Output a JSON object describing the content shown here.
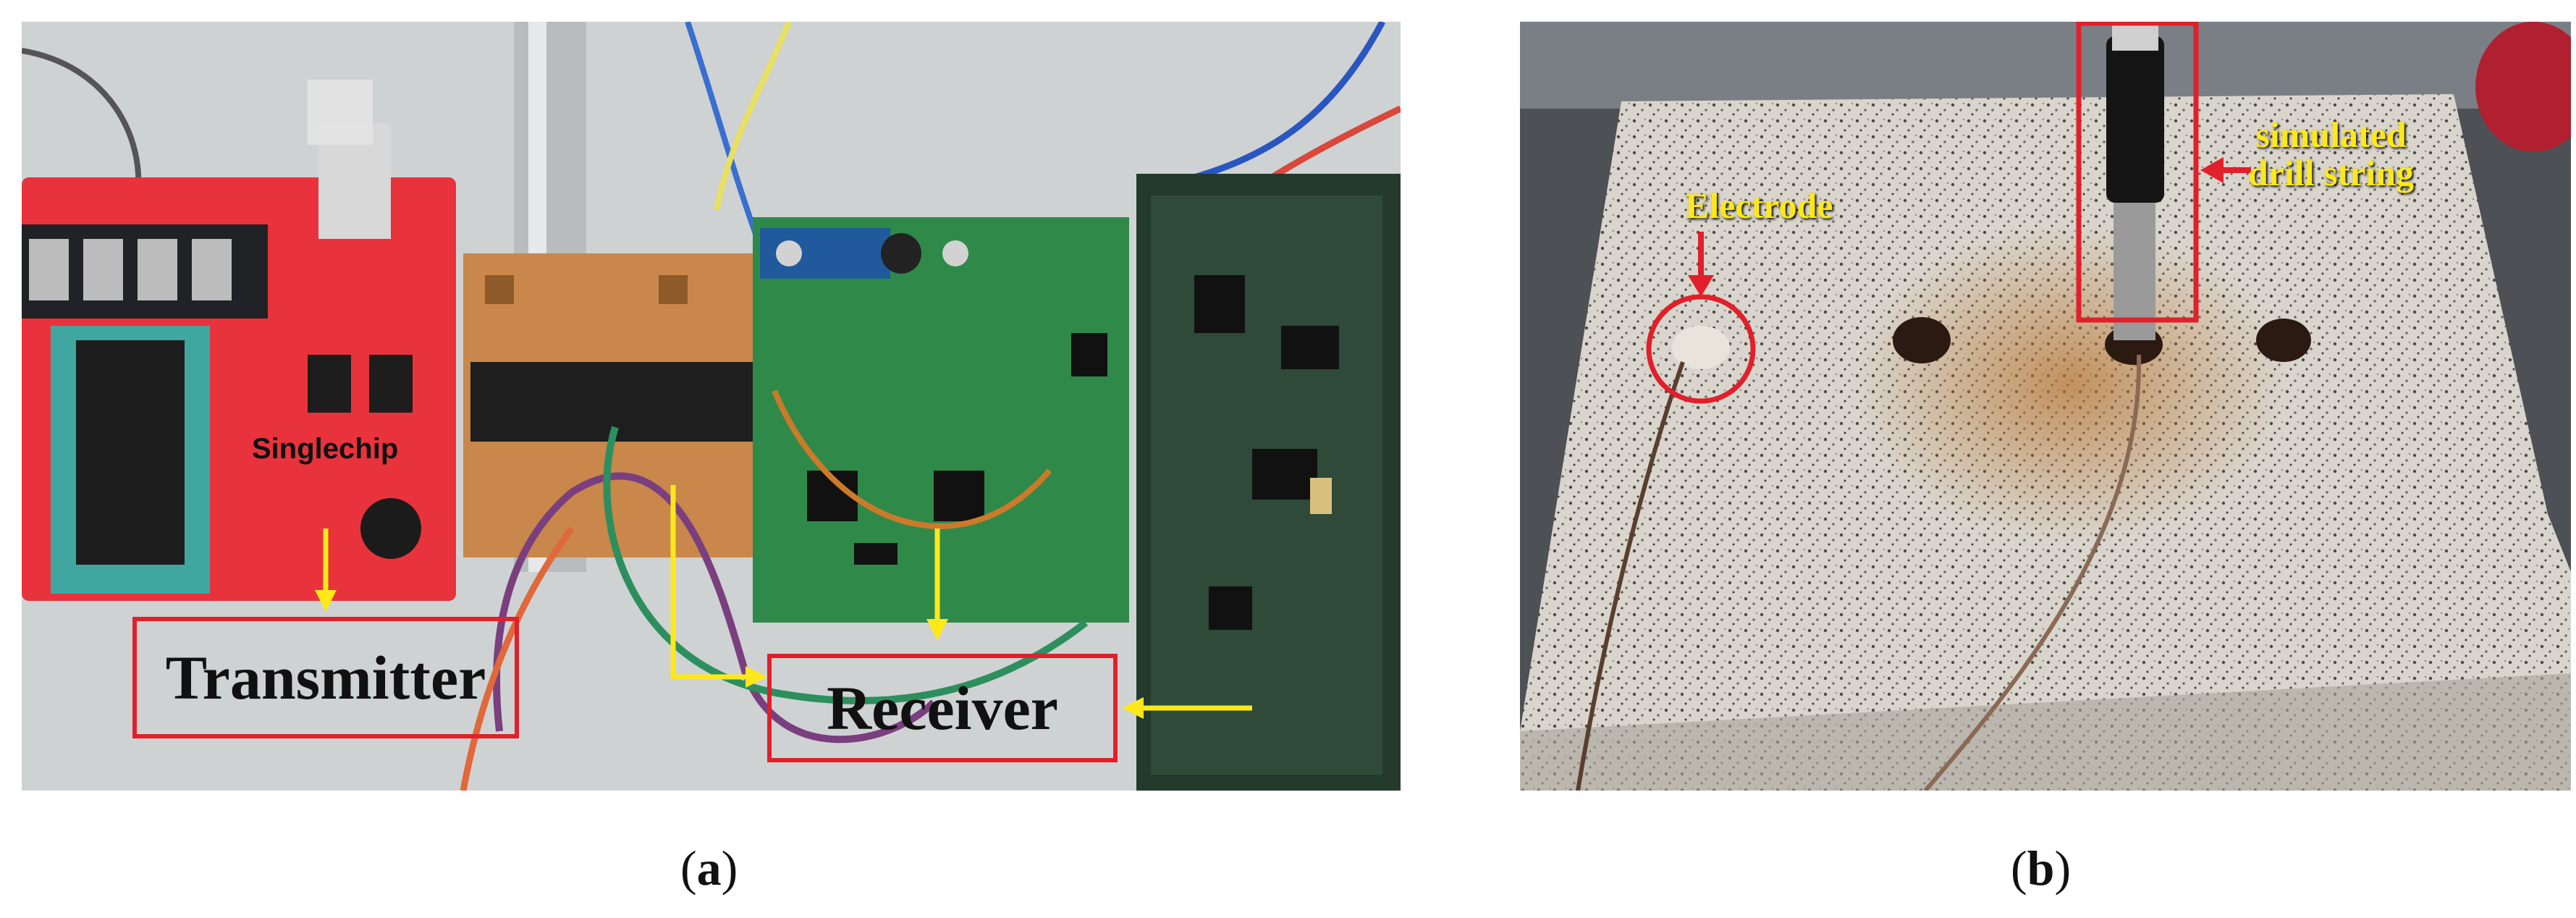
{
  "panel_a": {
    "labels": {
      "singlechip": "Singlechip",
      "transmitter": "Transmitter",
      "receiver": "Receiver"
    },
    "caption": {
      "open": "(",
      "letter": "a",
      "close": ")"
    }
  },
  "panel_b": {
    "labels": {
      "electrode": "Electrode",
      "drill_line1": "simulated",
      "drill_line2": "drill string"
    },
    "caption": {
      "open": "(",
      "letter": "b",
      "close": ")"
    }
  },
  "colors": {
    "highlight_red": "#e0202a",
    "arrow_yellow": "#ffe81a",
    "board_red": "#e8333c",
    "board_green": "#2f8a4a",
    "board_orange": "#c9874b"
  }
}
